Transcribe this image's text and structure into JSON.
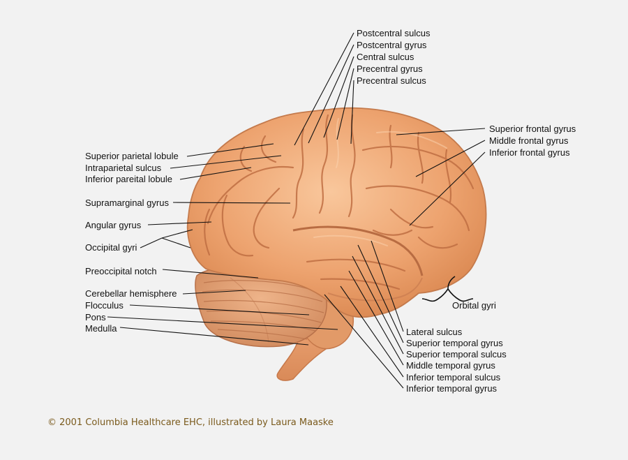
{
  "labels": {
    "postcentral_sulcus": "Postcentral sulcus",
    "postcentral_gyrus": "Postcentral gyrus",
    "central_sulcus": "Central sulcus",
    "precentral_gyrus": "Precentral gyrus",
    "precentral_sulcus": "Precentral sulcus",
    "superior_frontal_gyrus": "Superior frontal gyrus",
    "middle_frontal_gyrus": "Middle frontal gyrus",
    "inferior_frontal_gyrus": "Inferior frontal gyrus",
    "superior_parietal_lobule": "Superior parietal lobule",
    "intraparietal_sulcus": "Intraparietal sulcus",
    "inferior_pareital_lobule": "Inferior pareital lobule",
    "supramarginal_gyrus": "Supramarginal gyrus",
    "angular_gyrus": "Angular gyrus",
    "occipital_gyri": "Occipital gyri",
    "preoccipital_notch": "Preoccipital notch",
    "cerebellar_hemisphere": "Cerebellar hemisphere",
    "flocculus": "Flocculus",
    "pons": "Pons",
    "medulla": "Medulla",
    "orbital_gyri": "Orbital gyri",
    "lateral_sulcus": "Lateral sulcus",
    "superior_temporal_gyrus": "Superior temporal gyrus",
    "superior_temporal_sulcus": "Superior temporal sulcus",
    "middle_temporal_gyrus": "Middle temporal gyrus",
    "inferior_temporal_sulcus": "Inferior temporal sulcus",
    "inferior_temporal_gyrus": "Inferior temporal gyrus"
  },
  "copyright": "© 2001 Columbia Healthcare EHC, illustrated by Laura Maaske",
  "colors": {
    "brain_fill": "#eda36f",
    "brain_light": "#f8c59a",
    "brain_shadow": "#c9774a",
    "cerebellum": "#e2a276",
    "leader_line": "#111111",
    "copyright_text": "#7a5a1c"
  }
}
